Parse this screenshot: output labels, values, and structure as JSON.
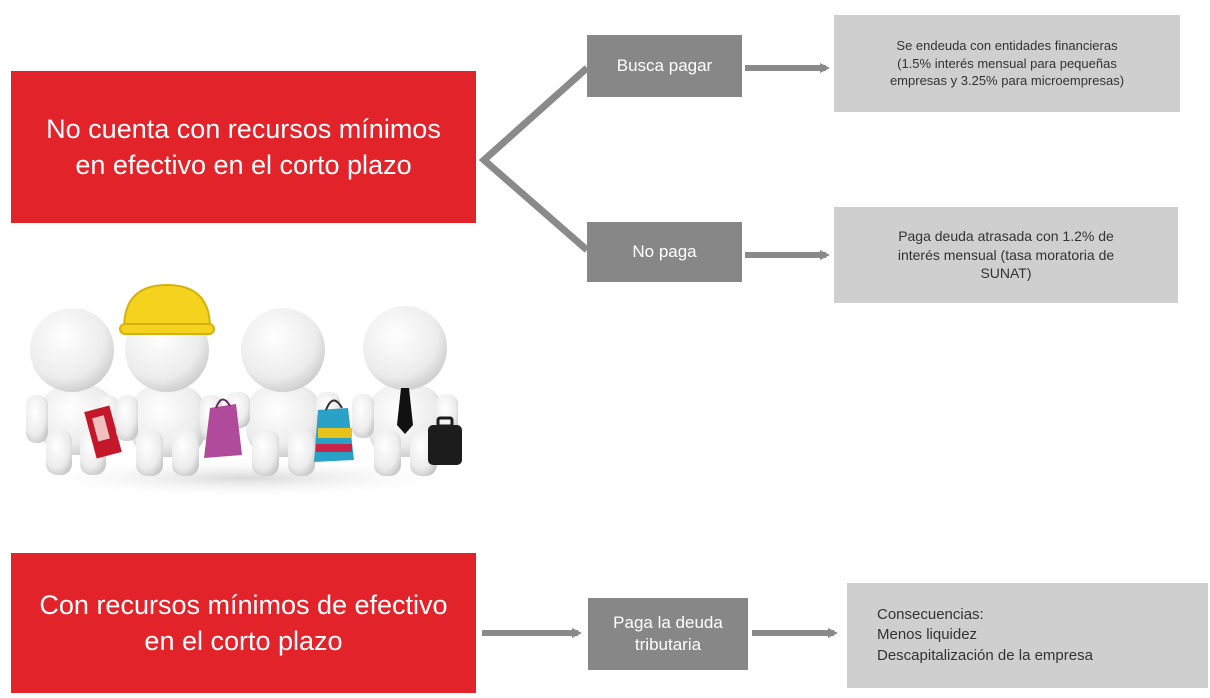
{
  "nodes": {
    "no_recursos": {
      "lines": [
        "No cuenta con recursos mínimos",
        "en efectivo en el corto plazo"
      ]
    },
    "con_recursos": {
      "lines": [
        "Con recursos mínimos de efectivo",
        "en el corto plazo"
      ]
    },
    "busca_pagar": {
      "lines": [
        "Busca pagar"
      ]
    },
    "no_paga": {
      "lines": [
        "No paga"
      ]
    },
    "paga_deuda": {
      "lines": [
        "Paga la deuda",
        "tributaria"
      ]
    },
    "endeuda": {
      "lines": [
        "Se endeuda con entidades financieras",
        "(1.5% interés mensual para pequeñas",
        "empresas y 3.25% para microempresas)"
      ]
    },
    "atrasada": {
      "lines": [
        "Paga deuda atrasada con 1.2% de",
        "interés mensual (tasa moratoria de",
        "SUNAT)"
      ]
    },
    "consecuencias": {
      "lines": [
        "Consecuencias:",
        "Menos liquidez",
        "Descapitalización de la empresa"
      ]
    }
  },
  "colors": {
    "red": "#e2232a",
    "dark_gray": "#878787",
    "light_gray": "#cfcfcf",
    "connector": "#8a8a8a"
  },
  "illustration": {
    "icon": "people-figures-icon"
  }
}
